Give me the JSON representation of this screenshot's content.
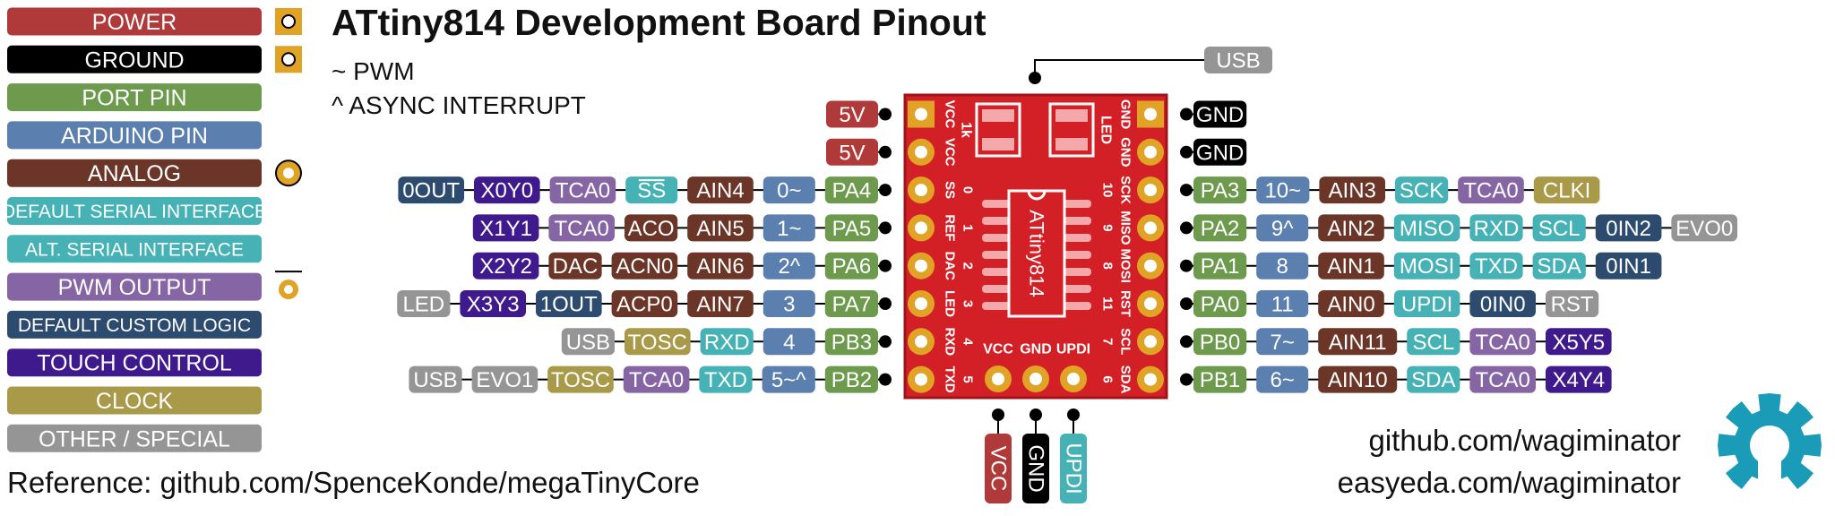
{
  "title": "ATtiny814 Development Board Pinout",
  "notes": [
    "~ PWM",
    "^ ASYNC INTERRUPT"
  ],
  "reference": "Reference: github.com/SpenceKonde/megaTinyCore",
  "links": [
    "github.com/wagiminator",
    "easyeda.com/wagiminator"
  ],
  "colors": {
    "POWER": "#b03a3a",
    "GROUND": "#000000",
    "PORT": "#6e9a4e",
    "ARDUINO": "#5b7fae",
    "ANALOG": "#6b3528",
    "SERIAL": "#47b2b5",
    "ALTSERIAL": "#47b2b5",
    "PWM": "#8665a5",
    "LOGIC": "#2c4b6e",
    "TOUCH": "#3f1a8c",
    "CLOCK": "#a89a48",
    "OTHER": "#959595",
    "pcb": "#d32027",
    "pcb_edge": "#9e1419",
    "gold": "#e0a325",
    "gear": "#1a9cb8"
  },
  "legend": [
    {
      "label": "POWER",
      "type": "POWER"
    },
    {
      "label": "GROUND",
      "type": "GROUND"
    },
    {
      "label": "PORT PIN",
      "type": "PORT"
    },
    {
      "label": "ARDUINO PIN",
      "type": "ARDUINO"
    },
    {
      "label": "ANALOG",
      "type": "ANALOG"
    },
    {
      "label": "DEFAULT SERIAL INTERFACE",
      "type": "SERIAL"
    },
    {
      "label": "ALT. SERIAL INTERFACE",
      "type": "ALTSERIAL"
    },
    {
      "label": "PWM OUTPUT",
      "type": "PWM"
    },
    {
      "label": "DEFAULT CUSTOM LOGIC",
      "type": "LOGIC"
    },
    {
      "label": "TOUCH CONTROL",
      "type": "TOUCH"
    },
    {
      "label": "CLOCK",
      "type": "CLOCK"
    },
    {
      "label": "OTHER / SPECIAL",
      "type": "OTHER"
    }
  ],
  "left_rows": [
    {
      "pin": "VCC",
      "labels": [
        {
          "t": "5V",
          "c": "POWER"
        }
      ]
    },
    {
      "pin": "VCC",
      "labels": [
        {
          "t": "5V",
          "c": "POWER"
        }
      ]
    },
    {
      "pin": "SS",
      "labels": [
        {
          "t": "PA4",
          "c": "PORT"
        },
        {
          "t": "0~",
          "c": "ARDUINO"
        },
        {
          "t": "AIN4",
          "c": "ANALOG"
        },
        {
          "t": "SS",
          "c": "SERIAL",
          "overline": true
        },
        {
          "t": "TCA0",
          "c": "PWM"
        },
        {
          "t": "X0Y0",
          "c": "TOUCH"
        },
        {
          "t": "0OUT",
          "c": "LOGIC"
        }
      ]
    },
    {
      "pin": "REF",
      "labels": [
        {
          "t": "PA5",
          "c": "PORT"
        },
        {
          "t": "1~",
          "c": "ARDUINO"
        },
        {
          "t": "AIN5",
          "c": "ANALOG"
        },
        {
          "t": "ACO",
          "c": "ANALOG"
        },
        {
          "t": "TCA0",
          "c": "PWM"
        },
        {
          "t": "X1Y1",
          "c": "TOUCH"
        }
      ]
    },
    {
      "pin": "DAC",
      "labels": [
        {
          "t": "PA6",
          "c": "PORT"
        },
        {
          "t": "2^",
          "c": "ARDUINO"
        },
        {
          "t": "AIN6",
          "c": "ANALOG"
        },
        {
          "t": "ACN0",
          "c": "ANALOG"
        },
        {
          "t": "DAC",
          "c": "ANALOG"
        },
        {
          "t": "X2Y2",
          "c": "TOUCH"
        }
      ]
    },
    {
      "pin": "LED",
      "labels": [
        {
          "t": "PA7",
          "c": "PORT"
        },
        {
          "t": "3",
          "c": "ARDUINO"
        },
        {
          "t": "AIN7",
          "c": "ANALOG"
        },
        {
          "t": "ACP0",
          "c": "ANALOG"
        },
        {
          "t": "1OUT",
          "c": "LOGIC"
        },
        {
          "t": "X3Y3",
          "c": "TOUCH"
        },
        {
          "t": "LED",
          "c": "OTHER"
        }
      ]
    },
    {
      "pin": "RXD",
      "labels": [
        {
          "t": "PB3",
          "c": "PORT"
        },
        {
          "t": "4",
          "c": "ARDUINO"
        },
        {
          "t": "RXD",
          "c": "SERIAL"
        },
        {
          "t": "TOSC",
          "c": "CLOCK"
        },
        {
          "t": "USB",
          "c": "OTHER"
        }
      ]
    },
    {
      "pin": "TXD",
      "labels": [
        {
          "t": "PB2",
          "c": "PORT"
        },
        {
          "t": "5~^",
          "c": "ARDUINO"
        },
        {
          "t": "TXD",
          "c": "SERIAL"
        },
        {
          "t": "TCA0",
          "c": "PWM"
        },
        {
          "t": "TOSC",
          "c": "CLOCK"
        },
        {
          "t": "EVO1",
          "c": "OTHER"
        },
        {
          "t": "USB",
          "c": "OTHER"
        }
      ]
    }
  ],
  "right_rows": [
    {
      "pin": "GND",
      "labels": [
        {
          "t": "GND",
          "c": "GROUND"
        }
      ]
    },
    {
      "pin": "GND",
      "labels": [
        {
          "t": "GND",
          "c": "GROUND"
        }
      ]
    },
    {
      "pin": "SCK",
      "labels": [
        {
          "t": "PA3",
          "c": "PORT"
        },
        {
          "t": "10~",
          "c": "ARDUINO"
        },
        {
          "t": "AIN3",
          "c": "ANALOG"
        },
        {
          "t": "SCK",
          "c": "SERIAL"
        },
        {
          "t": "TCA0",
          "c": "PWM"
        },
        {
          "t": "CLKI",
          "c": "CLOCK"
        }
      ]
    },
    {
      "pin": "MISO",
      "labels": [
        {
          "t": "PA2",
          "c": "PORT"
        },
        {
          "t": "9^",
          "c": "ARDUINO"
        },
        {
          "t": "AIN2",
          "c": "ANALOG"
        },
        {
          "t": "MISO",
          "c": "SERIAL"
        },
        {
          "t": "RXD",
          "c": "SERIAL"
        },
        {
          "t": "SCL",
          "c": "SERIAL"
        },
        {
          "t": "0IN2",
          "c": "LOGIC"
        },
        {
          "t": "EVO0",
          "c": "OTHER"
        }
      ]
    },
    {
      "pin": "MOSI",
      "labels": [
        {
          "t": "PA1",
          "c": "PORT"
        },
        {
          "t": "8",
          "c": "ARDUINO"
        },
        {
          "t": "AIN1",
          "c": "ANALOG"
        },
        {
          "t": "MOSI",
          "c": "SERIAL"
        },
        {
          "t": "TXD",
          "c": "SERIAL"
        },
        {
          "t": "SDA",
          "c": "SERIAL"
        },
        {
          "t": "0IN1",
          "c": "LOGIC"
        }
      ]
    },
    {
      "pin": "RST",
      "labels": [
        {
          "t": "PA0",
          "c": "PORT"
        },
        {
          "t": "11",
          "c": "ARDUINO"
        },
        {
          "t": "AIN0",
          "c": "ANALOG"
        },
        {
          "t": "UPDI",
          "c": "SERIAL"
        },
        {
          "t": "0IN0",
          "c": "LOGIC"
        },
        {
          "t": "RST",
          "c": "OTHER"
        }
      ]
    },
    {
      "pin": "SCL",
      "labels": [
        {
          "t": "PB0",
          "c": "PORT"
        },
        {
          "t": "7~",
          "c": "ARDUINO"
        },
        {
          "t": "AIN11",
          "c": "ANALOG"
        },
        {
          "t": "SCL",
          "c": "SERIAL"
        },
        {
          "t": "TCA0",
          "c": "PWM"
        },
        {
          "t": "X5Y5",
          "c": "TOUCH"
        }
      ]
    },
    {
      "pin": "SDA",
      "labels": [
        {
          "t": "PB1",
          "c": "PORT"
        },
        {
          "t": "6~",
          "c": "ARDUINO"
        },
        {
          "t": "AIN10",
          "c": "ANALOG"
        },
        {
          "t": "SDA",
          "c": "SERIAL"
        },
        {
          "t": "TCA0",
          "c": "PWM"
        },
        {
          "t": "X4Y4",
          "c": "TOUCH"
        }
      ]
    }
  ],
  "bottom_pins": [
    {
      "pad": "VCC",
      "label": "VCC",
      "c": "POWER"
    },
    {
      "pad": "GND",
      "label": "GND",
      "c": "GROUND"
    },
    {
      "pad": "UPDI",
      "label": "UPDI",
      "c": "SERIAL"
    }
  ],
  "usb_label": {
    "t": "USB",
    "c": "OTHER"
  },
  "board": {
    "chip": "ATtiny814",
    "left_numbers": [
      "0",
      "1",
      "2",
      "3",
      "4",
      "5"
    ],
    "right_numbers": [
      "10",
      "9",
      "8",
      "11",
      "7",
      "6"
    ],
    "led_marks": [
      "1k",
      "LED"
    ]
  }
}
